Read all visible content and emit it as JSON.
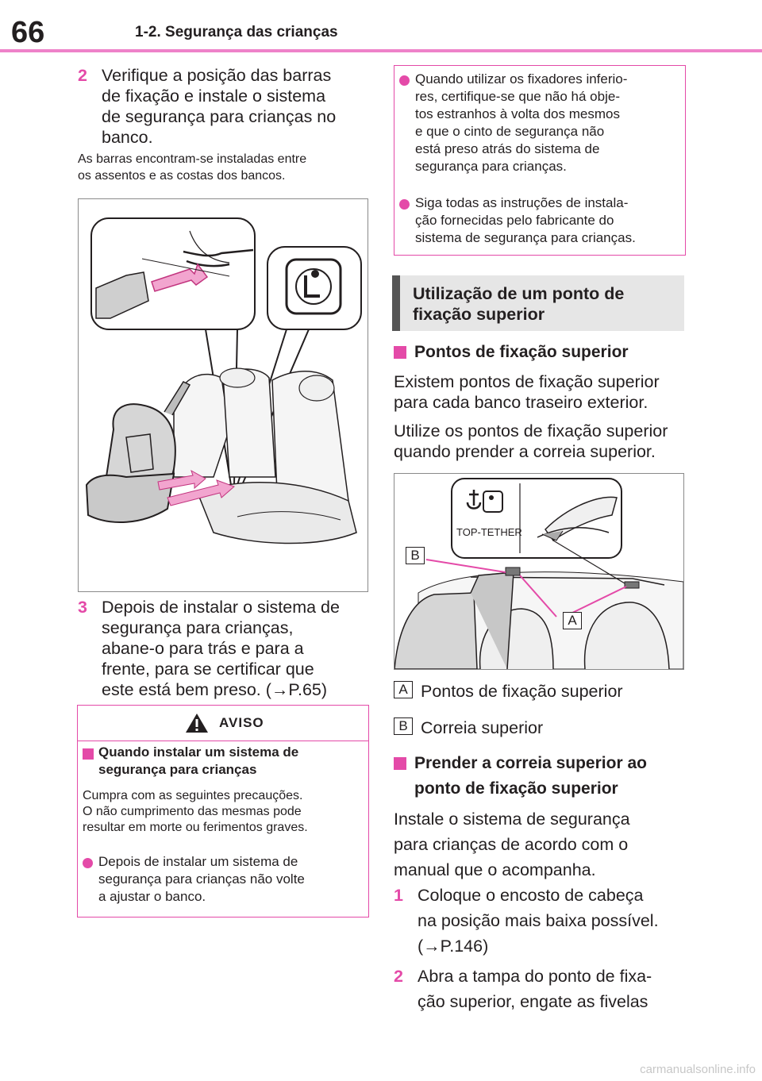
{
  "header": {
    "page_number": "66",
    "section": "1-2. Segurança das crianças"
  },
  "left": {
    "step2": {
      "num": "2",
      "lines": [
        "Verifique a posição das barras",
        "de fixação e instale o sistema",
        "de segurança para crianças no",
        "banco."
      ]
    },
    "note": [
      "As barras encontram-se instaladas entre",
      "os assentos e as costas dos bancos."
    ],
    "step3": {
      "num": "3",
      "lines": [
        "Depois de instalar o sistema de",
        "segurança para crianças,",
        "abane-o para trás e para a",
        "frente, para se certificar que",
        "este está bem preso. (→P.65)"
      ]
    },
    "aviso": {
      "label": "AVISO",
      "subheading": [
        "Quando instalar um sistema de",
        "segurança para crianças"
      ],
      "text": [
        "Cumpra com as seguintes precauções.",
        "O não cumprimento das mesmas pode",
        "resultar em morte ou ferimentos graves."
      ],
      "bullet": [
        "Depois de instalar um sistema de",
        "segurança para crianças não volte",
        "a ajustar o banco."
      ]
    }
  },
  "right": {
    "box_bullets": [
      [
        "Quando utilizar os fixadores inferio-",
        "res, certifique-se que não há obje-",
        "tos estranhos à volta dos mesmos",
        "e que o cinto de segurança não",
        "está preso atrás do sistema de",
        "segurança para crianças."
      ],
      [
        "Siga todas as instruções de instala-",
        "ção fornecidas pelo fabricante do",
        "sistema de segurança para crianças."
      ]
    ],
    "heading": [
      "Utilização de um ponto de",
      "fixação superior"
    ],
    "sub1": "Pontos de fixação superior",
    "para1": [
      "Existem pontos de fixação superior",
      "para cada banco traseiro exterior."
    ],
    "para2": [
      "Utilize os pontos de fixação superior",
      "quando prender a correia superior."
    ],
    "figure": {
      "icon_text": "TOP-TETHER",
      "label_a": "A",
      "label_b": "B"
    },
    "legend": [
      {
        "key": "A",
        "text": "Pontos de fixação superior"
      },
      {
        "key": "B",
        "text": "Correia superior"
      }
    ],
    "sub2": [
      "Prender a correia superior ao",
      "ponto de fixação superior"
    ],
    "para3": [
      "Instale o sistema de segurança",
      "para crianças de acordo com o",
      "manual que o acompanha."
    ],
    "step1": {
      "num": "1",
      "lines": [
        "Coloque o encosto de cabeça",
        "na posição mais baixa possível.",
        "(→P.146)"
      ]
    },
    "step2": {
      "num": "2",
      "lines": [
        "Abra a tampa do ponto de fixa-",
        "ção superior, engate as fivelas"
      ]
    }
  },
  "footer": "carmanualsonline.info",
  "colors": {
    "accent": "#e44aa8",
    "rule": "#ee82c9",
    "band": "#e6e6e6"
  }
}
